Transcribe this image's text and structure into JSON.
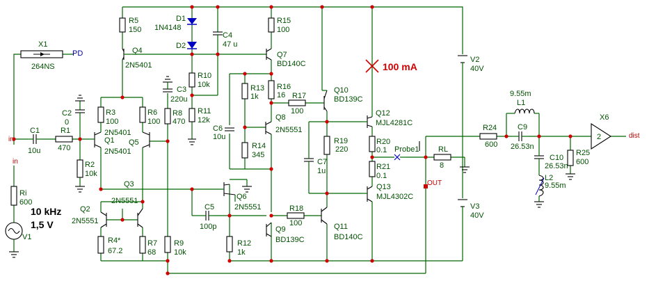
{
  "labels": {
    "R5": "R5",
    "R5v": "150",
    "D1": "D1",
    "D1v": "1N4148",
    "D2": "D2",
    "C4": "C4",
    "C4v": "47 u",
    "R15": "R15",
    "R15v": "100",
    "X1": "X1",
    "X1v": "264NS",
    "PD": "PD",
    "Q4": "Q4",
    "Q4v": "2N5401",
    "Q7": "Q7",
    "Q7v": "BD140C",
    "V2": "V2",
    "V2v": "40V",
    "R10": "R10",
    "R10v": "10k",
    "I100": "100 mA",
    "R13": "R13",
    "R13v": "1k",
    "R16": "R16",
    "R16v": "16",
    "Q10": "Q10",
    "Q10v": "BD139C",
    "C3": "C3",
    "C3v": "220u",
    "R17": "R17",
    "R17v": "100",
    "L1v": "9.55m",
    "L1": "L1",
    "C2": "C2",
    "C2v": "0",
    "R3": "R3",
    "R3v": "100",
    "R6": "R6",
    "R6v": "100",
    "R8": "R8",
    "R8v": "470",
    "R11": "R11",
    "R11v": "12k",
    "Q8": "Q8",
    "Q8v": "2N5551",
    "Q12": "Q12",
    "Q12v": "MJL4281C",
    "X6": "X6",
    "X6v": "2",
    "C1": "C1",
    "C1v": "10u",
    "R1": "R1",
    "R1v": "470",
    "Q1": "Q1",
    "Q1v": "2N5401",
    "Q1t": "2N5401",
    "Q5": "Q5",
    "C6": "C6",
    "C6v": "10u",
    "R19": "R19",
    "R19v": "220",
    "R20": "R20",
    "R20v": "0.1",
    "Probe1": "Probe1",
    "RL": "RL",
    "RLv": "8",
    "R24": "R24",
    "R24v": "600",
    "C9": "C9",
    "C9v": "26.53n",
    "dist": "dist",
    "R25": "R25",
    "R25v": "600",
    "in1": "in",
    "in2": "in",
    "R2": "R2",
    "R2v": "10k",
    "R14": "R14",
    "R14v": "345",
    "C7": "C7",
    "C7v": "1u",
    "R21": "R21",
    "R21v": "0.1",
    "C10": "C10",
    "C10v": "26.53n",
    "L2": "L2",
    "L2v": "9.55m",
    "Q3": "Q3",
    "Q6": "Q6",
    "Q6v": "2N5551",
    "OUT": "OUT",
    "Q13": "Q13",
    "Q13v": "MJL4302C",
    "Ri": "Ri",
    "Riv": "600",
    "Q2": "Q2",
    "Q2v": "2N5551",
    "Q2t": "2N5551",
    "C5": "C5",
    "C5v": "100p",
    "R18": "R18",
    "R18v": "100",
    "V3": "V3",
    "V3v": "40V",
    "Q11": "Q11",
    "Q11v": "BD140C",
    "Q9": "Q9",
    "Q9v": "BD139C",
    "R4": "R4*",
    "R4v": "67.2",
    "R7": "R7",
    "R7v": "68",
    "R9": "R9",
    "R9v": "10k",
    "R12": "R12",
    "R12v": "1k",
    "V1": "V1",
    "freq": "10 kHz",
    "amp": "1,5 V"
  }
}
